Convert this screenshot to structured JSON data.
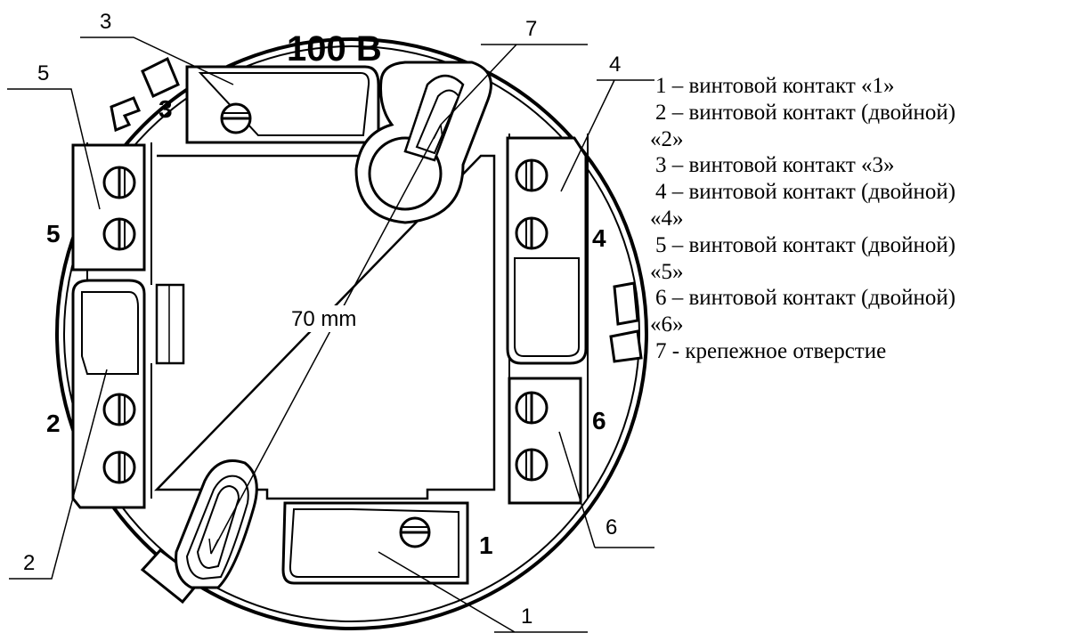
{
  "figure": {
    "title": "100 В",
    "dimension_label": "70 mm",
    "callouts": [
      "1",
      "2",
      "3",
      "4",
      "5",
      "6",
      "7"
    ],
    "terminal_numbers": [
      "1",
      "2",
      "3",
      "4",
      "5",
      "6"
    ]
  },
  "legend": [
    "1 – винтовой контакт  «1»",
    "2 – винтовой контакт (двойной)",
    "«2»",
    "3 – винтовой контакт «3»",
    "4 – винтовой контакт (двойной)",
    "«4»",
    "5 – винтовой контакт (двойной)",
    "«5»",
    "6 – винтовой контакт (двойной)",
    "«6»",
    "7 - крепежное отверстие"
  ]
}
